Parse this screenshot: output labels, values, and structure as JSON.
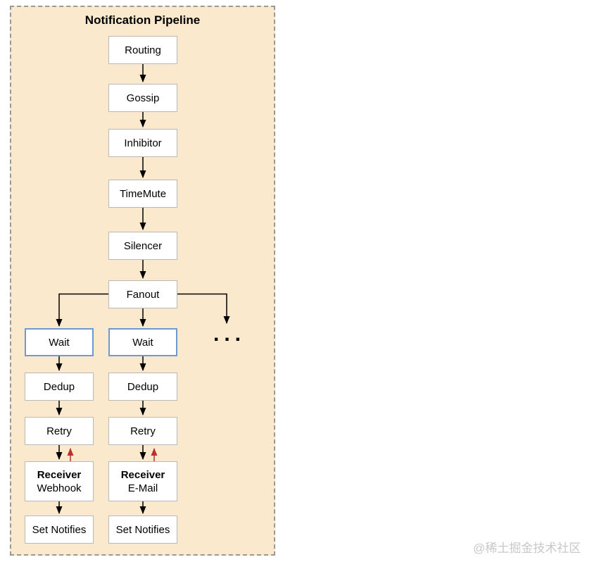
{
  "pipeline": {
    "title": "Notification Pipeline",
    "main_chain": [
      "Routing",
      "Gossip",
      "Inhibitor",
      "TimeMute",
      "Silencer",
      "Fanout"
    ],
    "branches": [
      {
        "wait": "Wait",
        "dedup": "Dedup",
        "retry": "Retry",
        "receiver_type": "Receiver",
        "receiver_name": "Webhook",
        "final": "Set Notifies"
      },
      {
        "wait": "Wait",
        "dedup": "Dedup",
        "retry": "Retry",
        "receiver_type": "Receiver",
        "receiver_name": "E-Mail",
        "final": "Set Notifies"
      }
    ],
    "ellipsis": "...",
    "colors": {
      "container_bg": "#FAE9CD",
      "container_border": "#999999",
      "node_bg": "#FFFFFF",
      "node_border": "#B9B9B9",
      "wait_node_border": "#6C9BD2",
      "arrow": "#000000",
      "retry_feedback_arrow": "#B8312F",
      "text": "#000000"
    }
  },
  "watermark": {
    "text": "@稀土掘金技术社区",
    "color": "#C8C8C8"
  }
}
